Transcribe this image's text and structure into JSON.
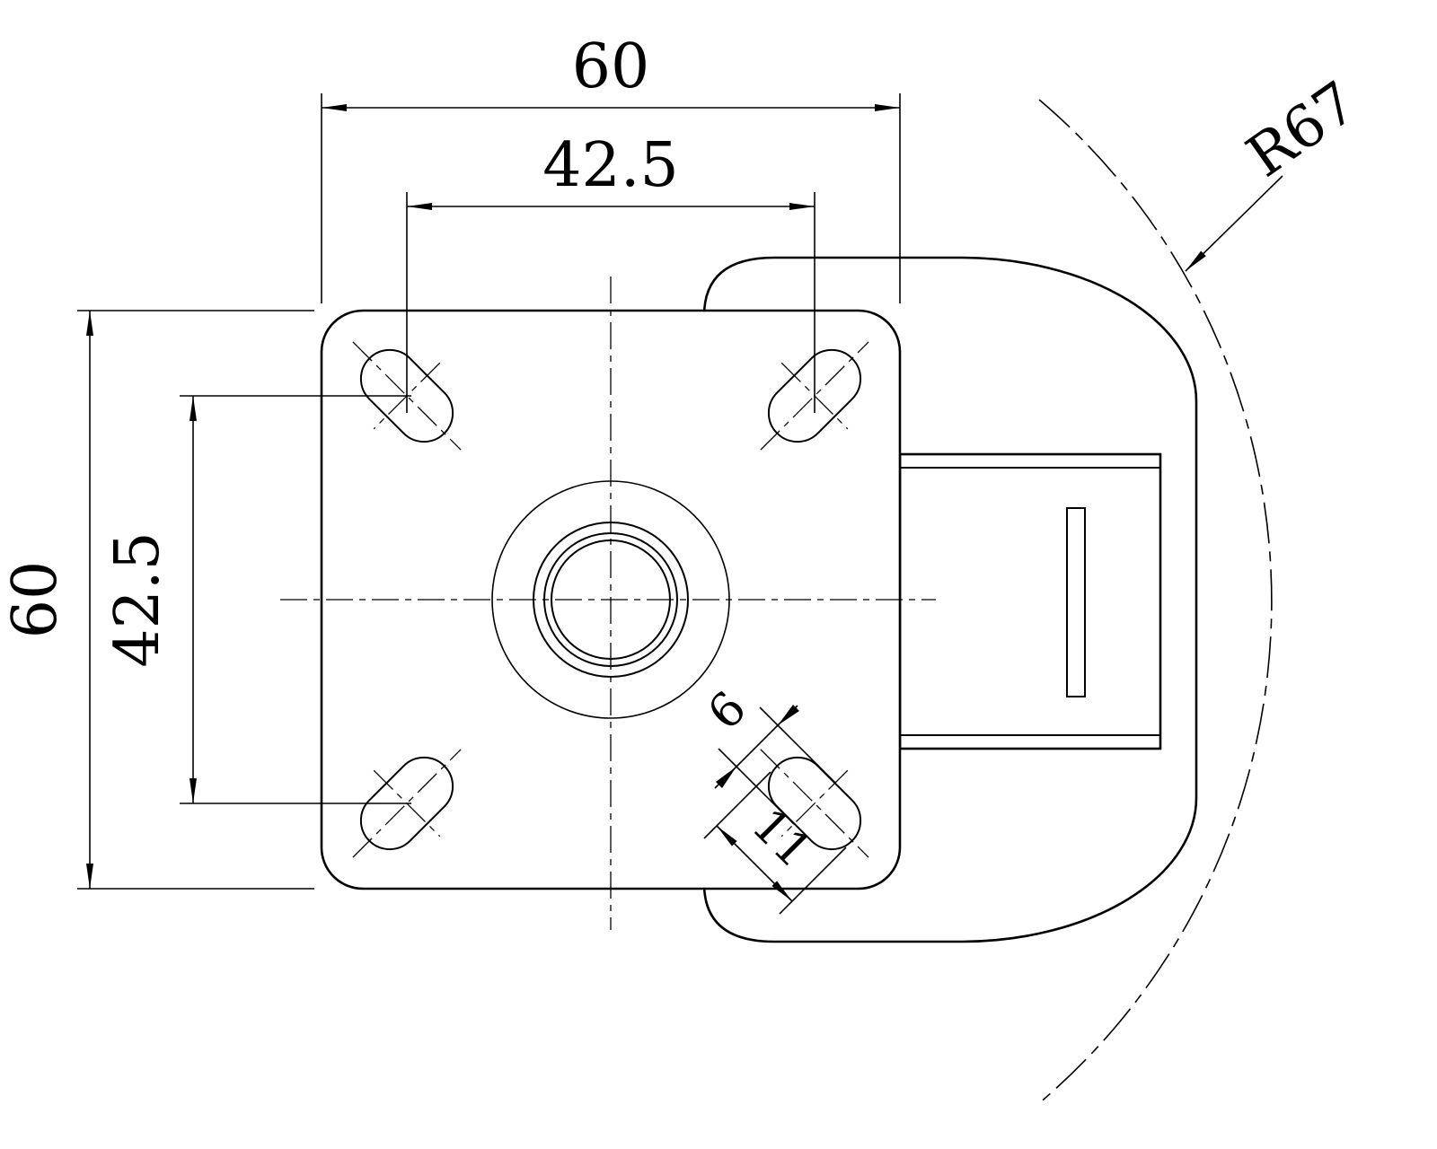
{
  "drawing": {
    "background": "#ffffff",
    "line_color": "#000000",
    "dimensions": {
      "plate_width": "60",
      "bolt_spacing_horizontal": "42.5",
      "plate_height": "60",
      "bolt_spacing_vertical": "42.5",
      "slot_width": "6",
      "slot_length": "11",
      "swivel_radius": "R67"
    }
  }
}
